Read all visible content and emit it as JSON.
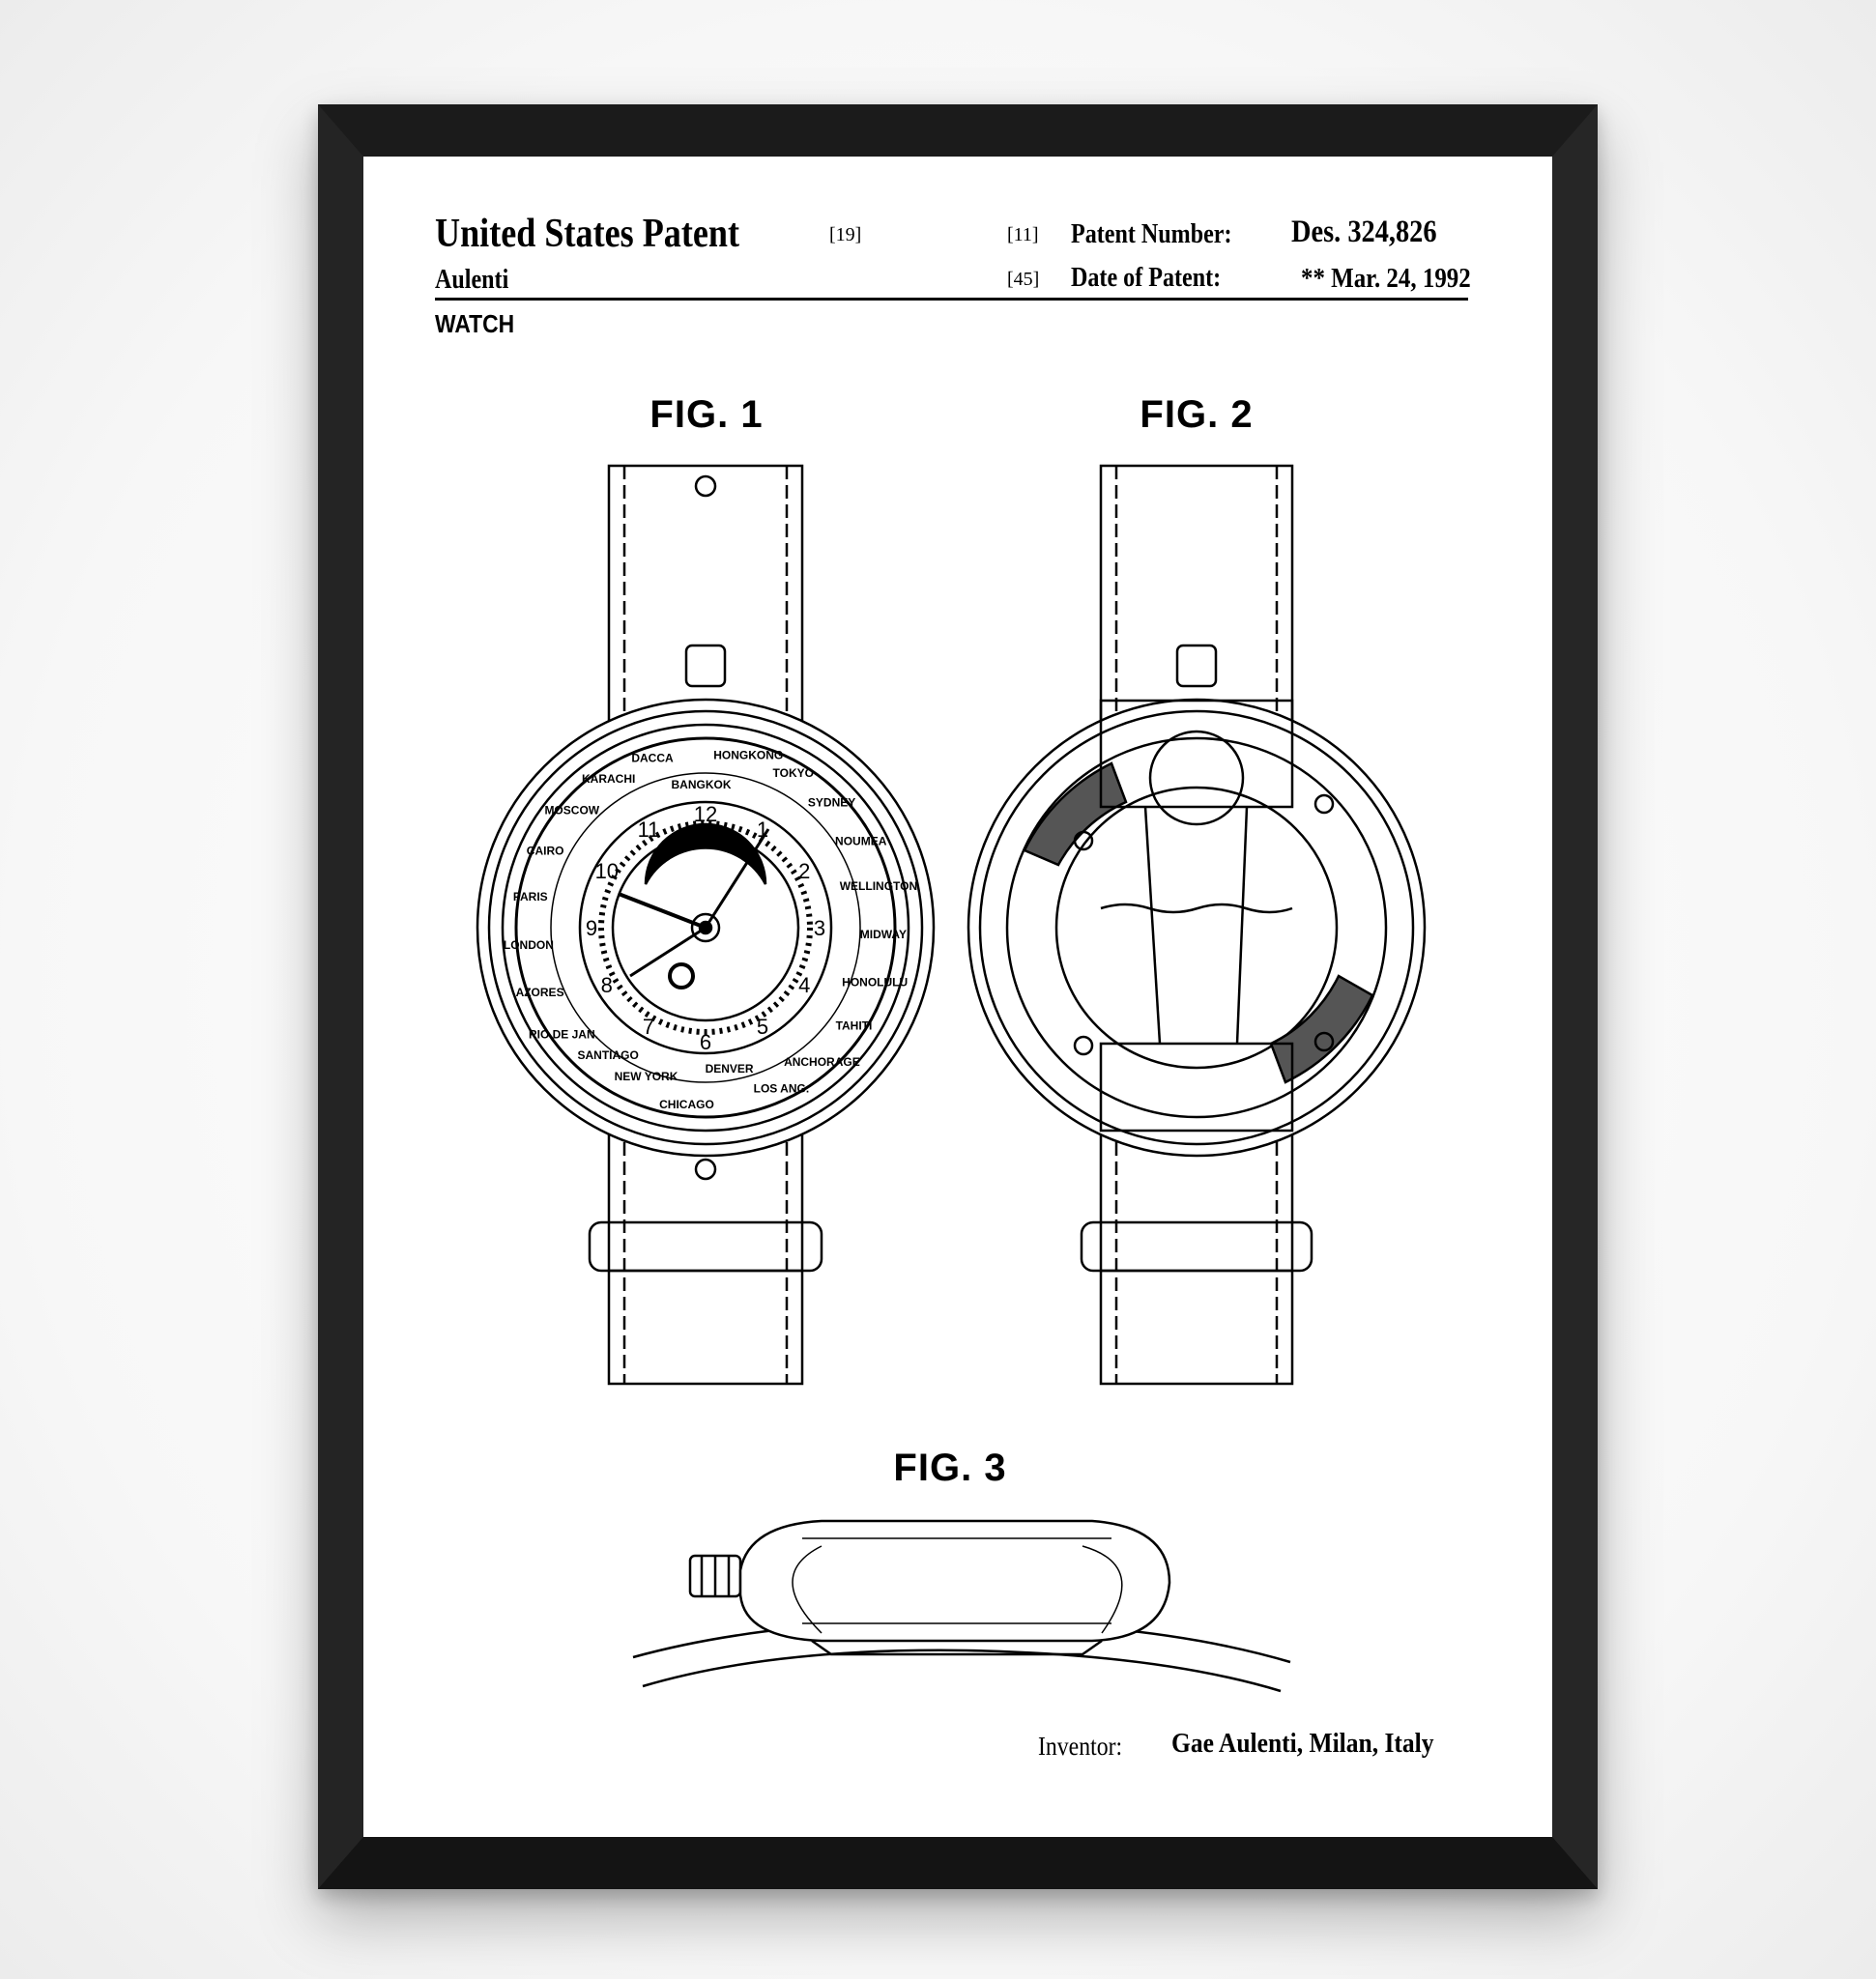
{
  "header": {
    "title": "United States Patent",
    "title_ref": "[19]",
    "patent_number_ref": "[11]",
    "patent_number_label": "Patent Number:",
    "patent_number": "Des. 324,826",
    "inventor_surname": "Aulenti",
    "date_ref": "[45]",
    "date_label": "Date of Patent:",
    "date_value": "** Mar. 24, 1992",
    "subject": "WATCH"
  },
  "figures": {
    "fig1": "FIG. 1",
    "fig2": "FIG. 2",
    "fig3": "FIG. 3"
  },
  "dial": {
    "hours": [
      "12",
      "1",
      "2",
      "3",
      "4",
      "5",
      "6",
      "7",
      "8",
      "9",
      "10",
      "11"
    ],
    "cities": [
      "PARIS",
      "CAIRO",
      "MOSCOW",
      "KARACHI",
      "DACCA",
      "BANGKOK",
      "HONGKONG",
      "TOKYO",
      "SYDNEY",
      "NOUMEA",
      "WELLINGTON",
      "MIDWAY",
      "HONOLULU",
      "TAHITI",
      "ANCHORAGE",
      "LOS ANG.",
      "DENVER",
      "CHICAGO",
      "NEW YORK",
      "SANTIAGO",
      "RIO DE JAN.",
      "AZORES",
      "LONDON"
    ]
  },
  "footer": {
    "inventor_label": "Inventor:",
    "inventor_value": "Gae Aulenti, Milan, Italy"
  },
  "colors": {
    "frame": "#1b1b1b",
    "paper": "#ffffff",
    "ink": "#000000"
  }
}
